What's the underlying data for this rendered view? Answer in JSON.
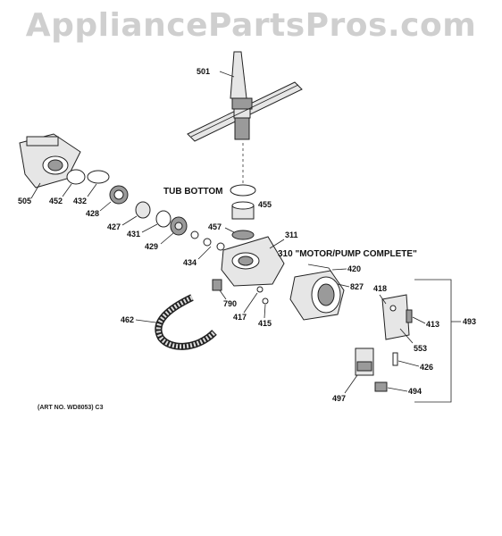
{
  "watermark": "AppliancePartsPros.com",
  "labels": {
    "l501": "501",
    "l505": "505",
    "l452": "452",
    "l432": "432",
    "l428": "428",
    "l427": "427",
    "l431": "431",
    "l429": "429",
    "l434": "434",
    "tub_bottom": "TUB BOTTOM",
    "l455": "455",
    "l457": "457",
    "l311": "311",
    "motor_pump": "310 \"MOTOR/PUMP COMPLETE\"",
    "l420": "420",
    "l827": "827",
    "l790": "790",
    "l417": "417",
    "l415": "415",
    "l462": "462",
    "l418": "418",
    "l413": "413",
    "l493": "493",
    "l553": "553",
    "l426": "426",
    "l497": "497",
    "l494": "494",
    "art_no": "(ART NO. WD8053) C3"
  }
}
